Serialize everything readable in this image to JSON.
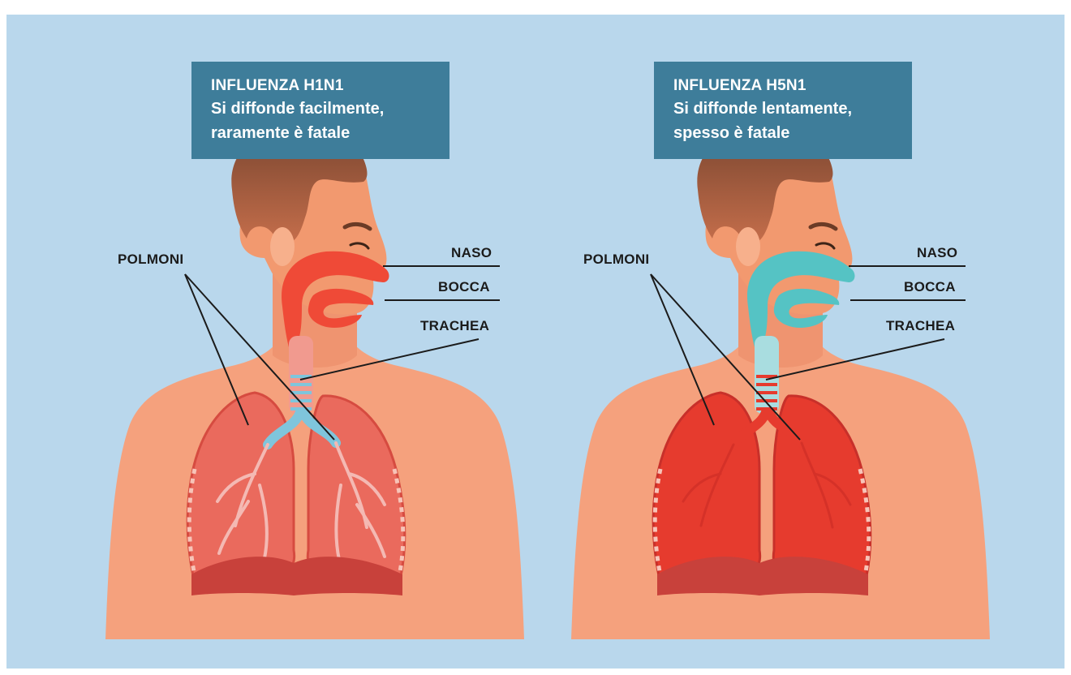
{
  "colors": {
    "background": "#b9d7ec",
    "title_box": "#3e7d9a",
    "skin": "#f5a17d",
    "infection_h1n1": "#ef4a37",
    "infection_h5n1": "#55c3c4",
    "lungs_h1n1": "#ea6a5d",
    "lungs_h5n1": "#e63b2e",
    "airway_h1n1": "#7fc5dc",
    "airway_h5n1": "#e63b2e"
  },
  "figures": [
    {
      "title": "INFLUENZA H1N1",
      "description_line1": "Si diffonde facilmente,",
      "description_line2": "raramente è fatale",
      "labels": {
        "lungs": "POLMONI",
        "nose": "NASO",
        "mouth": "BOCCA",
        "trachea": "TRACHEA"
      }
    },
    {
      "title": "INFLUENZA H5N1",
      "description_line1": "Si diffonde lentamente,",
      "description_line2": "spesso è fatale",
      "labels": {
        "lungs": "POLMONI",
        "nose": "NASO",
        "mouth": "BOCCA",
        "trachea": "TRACHEA"
      }
    }
  ]
}
